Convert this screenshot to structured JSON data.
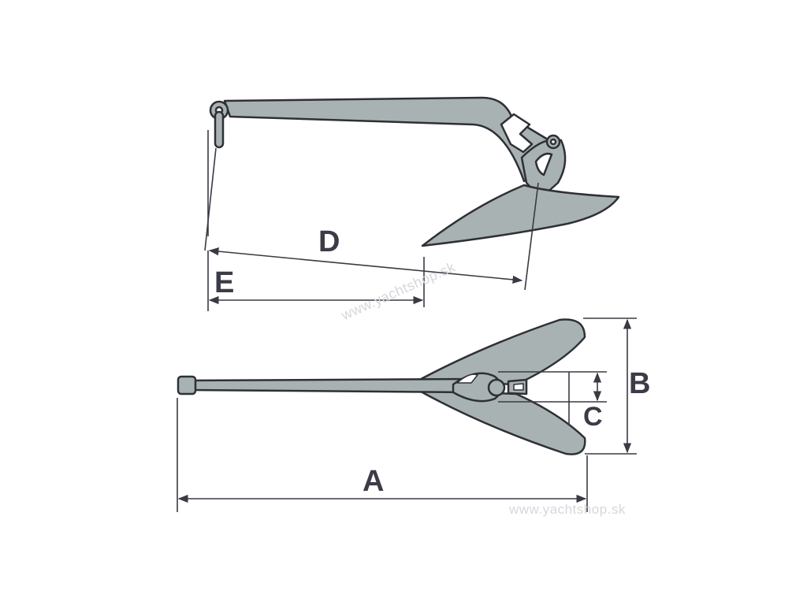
{
  "diagram": {
    "subject": "plough anchor",
    "dimension_labels": {
      "a": "A",
      "b": "B",
      "c": "C",
      "d": "D",
      "e": "E"
    },
    "watermarks": [
      "www.yachtshop.sk",
      "www.yachtshop.sk"
    ],
    "colors": {
      "fill": "#a9b2b2",
      "outline": "#2e3036",
      "dimension_line": "#3a3a44",
      "label": "#3c3c48",
      "watermark": "#d7d7dc"
    }
  }
}
